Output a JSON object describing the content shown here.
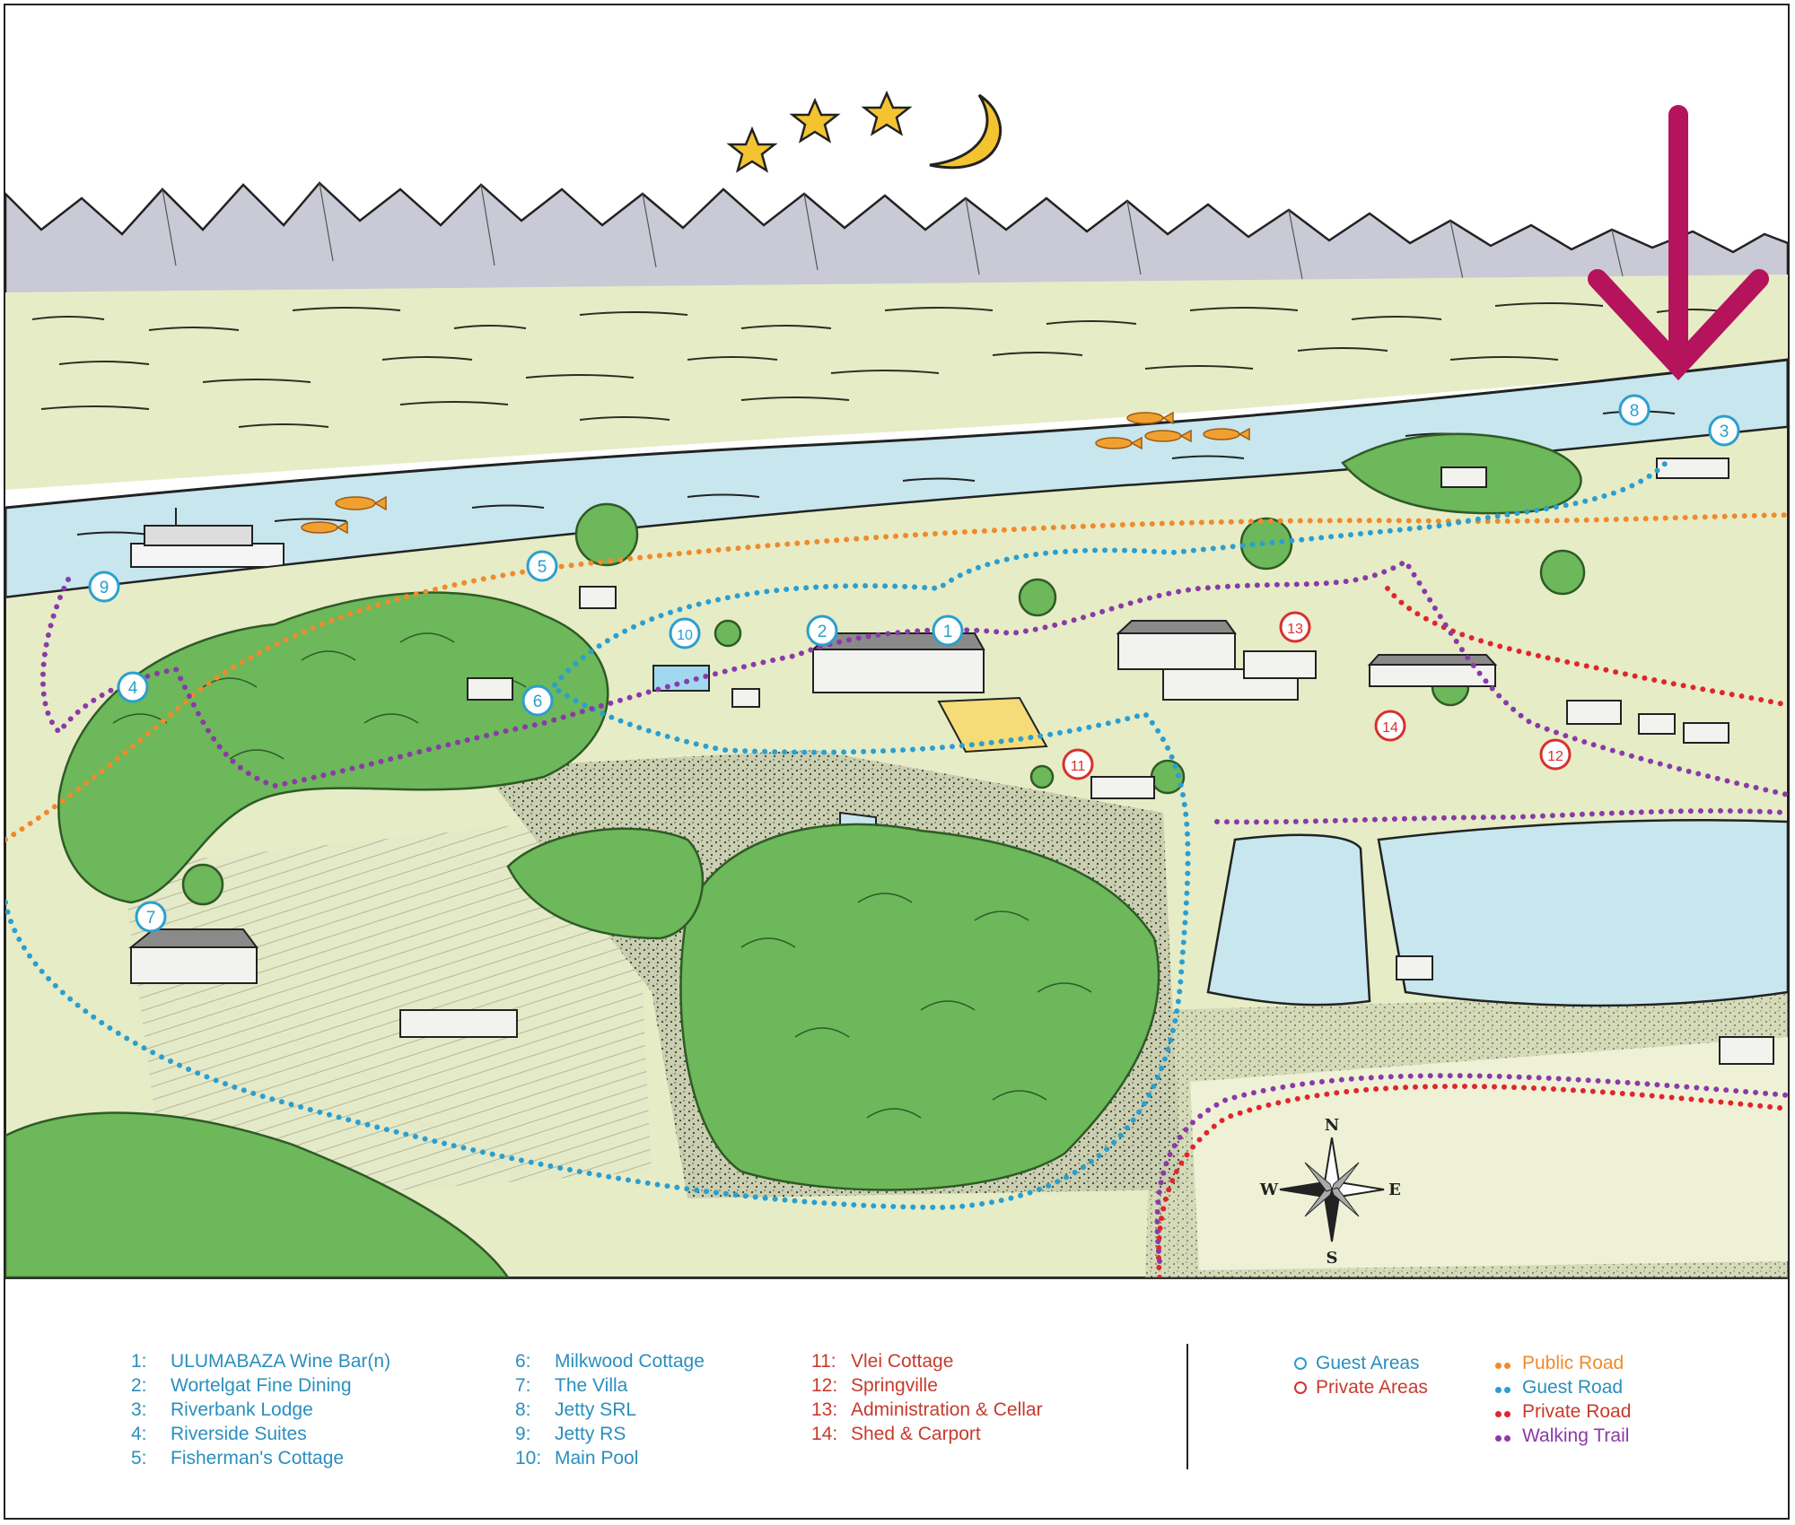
{
  "markers": [
    {
      "num": "1",
      "type": "guest"
    },
    {
      "num": "2",
      "type": "guest"
    },
    {
      "num": "3",
      "type": "guest"
    },
    {
      "num": "4",
      "type": "guest"
    },
    {
      "num": "5",
      "type": "guest"
    },
    {
      "num": "6",
      "type": "guest"
    },
    {
      "num": "7",
      "type": "guest"
    },
    {
      "num": "8",
      "type": "guest"
    },
    {
      "num": "9",
      "type": "guest"
    },
    {
      "num": "10",
      "type": "guest"
    },
    {
      "num": "11",
      "type": "private"
    },
    {
      "num": "12",
      "type": "private"
    },
    {
      "num": "13",
      "type": "private"
    },
    {
      "num": "14",
      "type": "private"
    }
  ],
  "locations_col1": [
    {
      "num": "1:",
      "name": "ULUMABAZA Wine Bar(n)"
    },
    {
      "num": "2:",
      "name": "Wortelgat Fine Dining"
    },
    {
      "num": "3:",
      "name": "Riverbank Lodge"
    },
    {
      "num": "4:",
      "name": "Riverside Suites"
    },
    {
      "num": "5:",
      "name": "Fisherman's Cottage"
    }
  ],
  "locations_col2": [
    {
      "num": "6:",
      "name": "Milkwood Cottage"
    },
    {
      "num": "7:",
      "name": "The Villa"
    },
    {
      "num": "8:",
      "name": "Jetty SRL"
    },
    {
      "num": "9:",
      "name": "Jetty RS"
    },
    {
      "num": "10:",
      "name": "Main Pool"
    }
  ],
  "locations_col3": [
    {
      "num": "11:",
      "name": "Vlei Cottage"
    },
    {
      "num": "12:",
      "name": "Springville"
    },
    {
      "num": "13:",
      "name": "Administration & Cellar"
    },
    {
      "num": "14:",
      "name": "Shed & Carport"
    }
  ],
  "area_key": {
    "guest": "Guest Areas",
    "private": "Private Areas"
  },
  "road_key": {
    "public": "Public Road",
    "guest": "Guest Road",
    "private": "Private Road",
    "trail": "Walking Trail"
  },
  "compass": {
    "n": "N",
    "s": "S",
    "e": "E",
    "w": "W"
  },
  "colors": {
    "guest": "#2a9fd0",
    "private": "#d9302e",
    "public_road": "#f08a2b",
    "guest_road": "#2a9fd0",
    "private_road": "#e0262d",
    "walking_trail": "#8a3aa8",
    "arrow": "#b5135c",
    "water": "#c7e6ee",
    "grass": "#e6ecc6",
    "tree": "#6cb85a",
    "mountain": "#c9cad6",
    "list_text_teal": "#2a8fbd",
    "list_text_red": "#c83a2d"
  },
  "icons": [
    "stars-icon",
    "moon-icon",
    "arrow-down-icon",
    "compass-rose-icon",
    "boat-icon",
    "fish-icon"
  ]
}
